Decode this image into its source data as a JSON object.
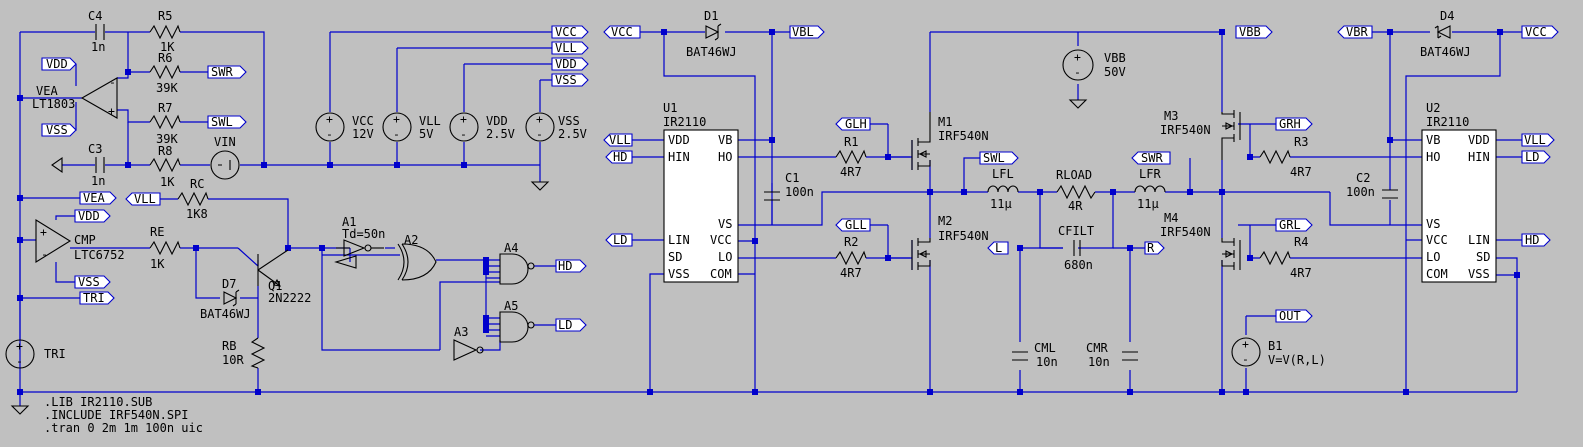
{
  "labels": {
    "c4": "C4",
    "c4v": "1n",
    "r5": "R5",
    "r5v": "1K",
    "r6": "R6",
    "r6v": "39K",
    "r7": "R7",
    "r7v": "39K",
    "c3": "C3",
    "c3v": "1n",
    "r8": "R8",
    "r8v": "1K",
    "vin": "VIN",
    "vea": "VEA",
    "lt1803": "LT1803",
    "vcc_src": "VCC",
    "vcc_val": "12V",
    "vll_src": "VLL",
    "vll_val": "5V",
    "vdd_src": "VDD",
    "vdd_val": "2.5V",
    "vss_src": "VSS",
    "vss_val": "2.5V",
    "rc": "RC",
    "rcv": "1K8",
    "cmp": "CMP",
    "ltc6752": "LTC6752",
    "re": "RE",
    "rev": "1K",
    "q1": "Q1",
    "q1v": "2N2222",
    "d7": "D7",
    "d7v": "BAT46WJ",
    "rb": "RB",
    "rbv": "10R",
    "tri": "TRI",
    "a1": "A1",
    "a1v": "Td=50n",
    "a2": "A2",
    "a3": "A3",
    "a4": "A4",
    "a5": "A5",
    "d1": "D1",
    "d1v": "BAT46WJ",
    "u1": "U1",
    "u1v": "IR2110",
    "c1": "C1",
    "c1v": "100n",
    "r1": "R1",
    "r1v": "4R7",
    "r2": "R2",
    "r2v": "4R7",
    "m1": "M1",
    "m1v": "IRF540N",
    "m2": "M2",
    "m2v": "IRF540N",
    "vbb": "VBB",
    "vbbv": "50V",
    "lfl": "LFL",
    "lflv": "11µ",
    "rload": "RLOAD",
    "rloadv": "4R",
    "lfr": "LFR",
    "lfrv": "11µ",
    "cfilt": "CFILT",
    "cfiltv": "680n",
    "cml": "CML",
    "cmlv": "10n",
    "cmr": "CMR",
    "cmrv": "10n",
    "m3": "M3",
    "m3v": "IRF540N",
    "m4": "M4",
    "m4v": "IRF540N",
    "r3": "R3",
    "r3v": "4R7",
    "r4": "R4",
    "r4v": "4R7",
    "c2": "C2",
    "c2v": "100n",
    "d4": "D4",
    "d4v": "BAT46WJ",
    "u2": "U2",
    "u2v": "IR2110",
    "b1": "B1",
    "b1v": "V=V(R,L)"
  },
  "pins": {
    "vdd": "VDD",
    "hin": "HIN",
    "lin": "LIN",
    "sd": "SD",
    "vss": "VSS",
    "vb": "VB",
    "ho": "HO",
    "vs": "VS",
    "vcc": "VCC",
    "lo": "LO",
    "com": "COM"
  },
  "flags": {
    "vcc": "VCC",
    "vll": "VLL",
    "vdd": "VDD",
    "vss": "VSS",
    "vea": "VEA",
    "tri": "TRI",
    "swr": "SWR",
    "swl": "SWL",
    "hd": "HD",
    "ld": "LD",
    "vbl": "VBL",
    "vbb": "VBB",
    "vbr": "VBR",
    "glh": "GLH",
    "gll": "GLL",
    "grh": "GRH",
    "grl": "GRL",
    "l": "L",
    "r": "R",
    "out": "OUT"
  },
  "directives": [
    ".LIB IR2110.SUB",
    ".INCLUDE IRF540N.SPI",
    ".tran 0 2m 1m 100n uic"
  ]
}
